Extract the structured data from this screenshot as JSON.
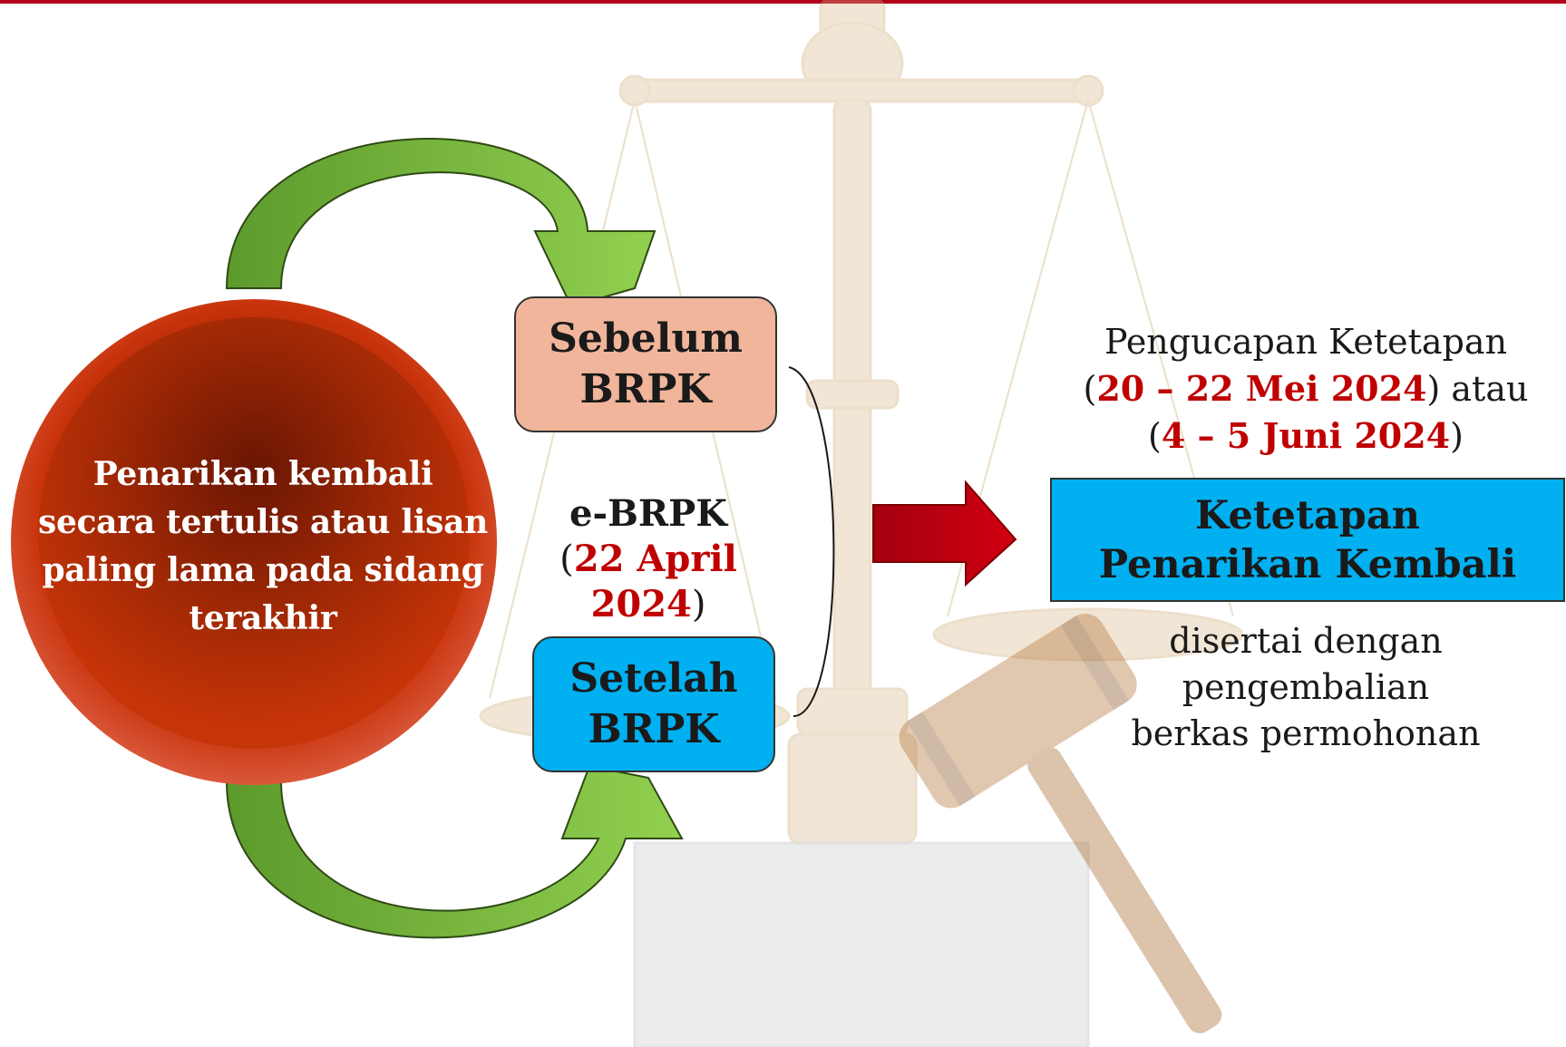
{
  "circle": {
    "lines": [
      "Penarikan kembali",
      "secara tertulis atau lisan",
      "paling lama pada sidang",
      "terakhir"
    ]
  },
  "before_box": {
    "line1": "Sebelum",
    "line2": "BRPK"
  },
  "after_box": {
    "line1": "Setelah",
    "line2": "BRPK"
  },
  "ebrpk": {
    "label": "e-BRPK",
    "open": "(",
    "date": "22 April 2024",
    "close": ")"
  },
  "pengucapan": {
    "line1": "Pengucapan  Ketetapan",
    "open1": "(",
    "date1": "20 – 22 Mei 2024",
    "close1": ") atau",
    "open2": "(",
    "date2": "4 – 5 Juni 2024",
    "close2": ")"
  },
  "ketetapan_box": {
    "line1": "Ketetapan",
    "line2": "Penarikan Kembali"
  },
  "disertai": {
    "line1": "disertai dengan pengembalian",
    "line2": "berkas permohonan"
  },
  "colors": {
    "accent_red": "#c00000",
    "top_bar": "#b3001b",
    "circle": "#c0310a",
    "before_box": "#f1b59b",
    "after_box": "#00b0f0",
    "green_arrow": "#7cc242",
    "red_arrow": "#c00000"
  },
  "icons": [
    "scales-of-justice-icon",
    "gavel-icon",
    "curved-green-arrow-icon",
    "red-right-arrow-icon"
  ]
}
